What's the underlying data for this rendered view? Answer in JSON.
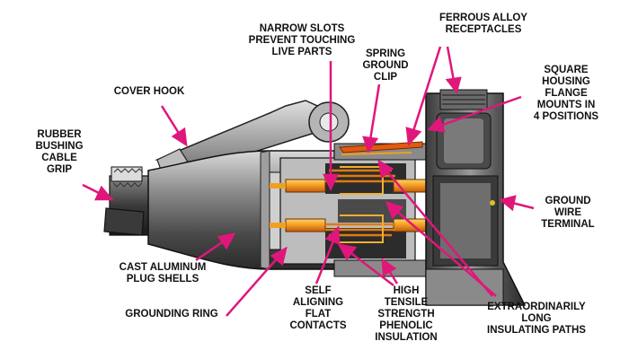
{
  "colors": {
    "arrow": "#e0177a",
    "body_dark": "#2e2e2e",
    "body_mid": "#6b6b6b",
    "body_light": "#c7c7c7",
    "contact": "#f0a020",
    "contact_hot": "#e04a10"
  },
  "labels": {
    "ferrous_alloy_receptacles": [
      "FERROUS ALLOY",
      "RECEPTACLES"
    ],
    "narrow_slots": [
      "NARROW SLOTS",
      "PREVENT TOUCHING",
      "LIVE PARTS"
    ],
    "spring_ground_clip": [
      "SPRING",
      "GROUND",
      "CLIP"
    ],
    "square_housing_flange": [
      "SQUARE",
      "HOUSING",
      "FLANGE",
      "MOUNTS IN",
      "4 POSITIONS"
    ],
    "cover_hook": [
      "COVER HOOK"
    ],
    "rubber_bushing": [
      "RUBBER",
      "BUSHING",
      "CABLE",
      "GRIP"
    ],
    "ground_wire_terminal": [
      "GROUND",
      "WIRE",
      "TERMINAL"
    ],
    "cast_aluminum": [
      "CAST ALUMINUM",
      "PLUG SHELLS"
    ],
    "grounding_ring": [
      "GROUNDING RING"
    ],
    "self_aligning": [
      "SELF",
      "ALIGNING",
      "FLAT",
      "CONTACTS"
    ],
    "high_tensile": [
      "HIGH",
      "TENSILE",
      "STRENGTH",
      "PHENOLIC",
      "INSULATION"
    ],
    "extraordinarily_long": [
      "EXTRAORDINARILY",
      "LONG",
      "INSULATING PATHS"
    ]
  }
}
